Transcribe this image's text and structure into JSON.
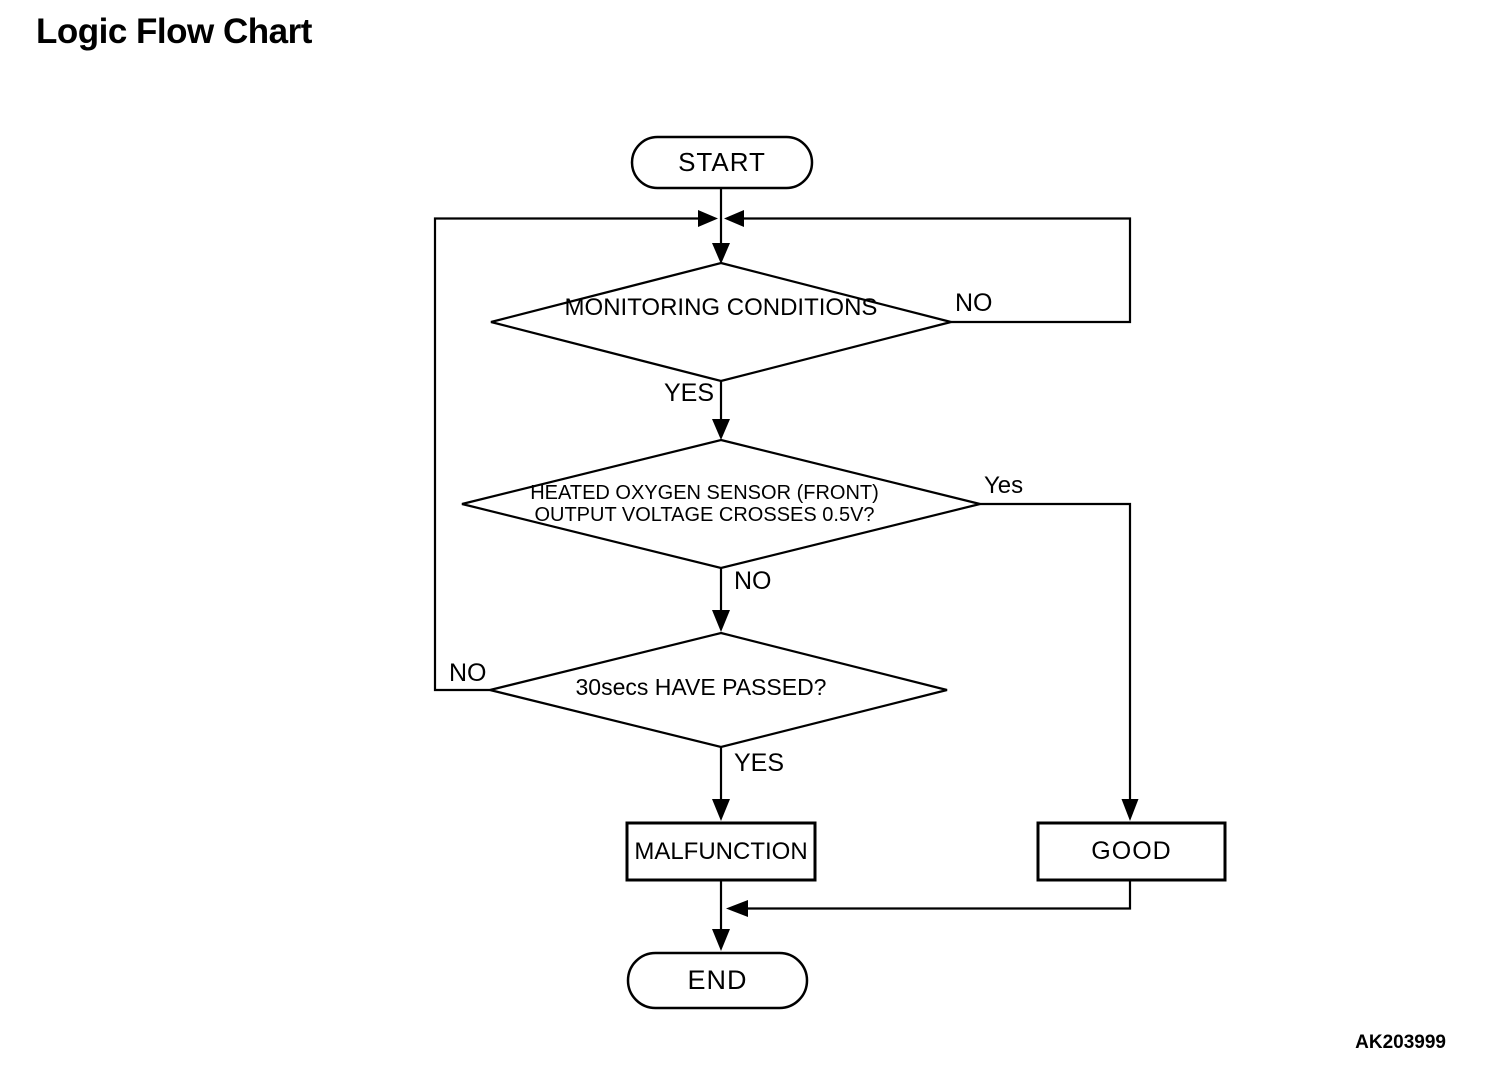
{
  "title": "Logic Flow Chart",
  "figure_code": "AK203999",
  "colors": {
    "ink": "#000000",
    "background": "#ffffff"
  },
  "flowchart": {
    "nodes": [
      {
        "id": "start",
        "type": "terminator",
        "label": "START"
      },
      {
        "id": "monitoring",
        "type": "decision",
        "label": "MONITORING CONDITIONS"
      },
      {
        "id": "o2-sensor",
        "type": "decision",
        "label": "HEATED OXYGEN SENSOR (FRONT) OUTPUT VOLTAGE CROSSES 0.5V?"
      },
      {
        "id": "timer",
        "type": "decision",
        "label": "30secs HAVE PASSED?"
      },
      {
        "id": "malfunction",
        "type": "process",
        "label": "MALFUNCTION"
      },
      {
        "id": "good",
        "type": "process",
        "label": "GOOD"
      },
      {
        "id": "end",
        "type": "terminator",
        "label": "END"
      }
    ],
    "edges": [
      {
        "from": "start",
        "to": "monitoring",
        "label": ""
      },
      {
        "from": "monitoring",
        "to": "monitoring",
        "label": "NO"
      },
      {
        "from": "monitoring",
        "to": "o2-sensor",
        "label": "YES"
      },
      {
        "from": "o2-sensor",
        "to": "good",
        "label": "Yes"
      },
      {
        "from": "o2-sensor",
        "to": "timer",
        "label": "NO"
      },
      {
        "from": "timer",
        "to": "monitoring",
        "label": "NO"
      },
      {
        "from": "timer",
        "to": "malfunction",
        "label": "YES"
      },
      {
        "from": "malfunction",
        "to": "end",
        "label": ""
      },
      {
        "from": "good",
        "to": "end",
        "label": ""
      }
    ]
  }
}
